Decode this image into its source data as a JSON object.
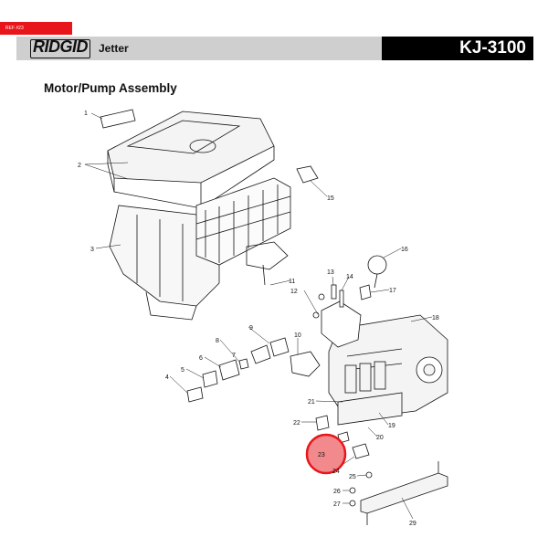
{
  "header": {
    "ref_tag": "REF #23",
    "brand": "RIDGID",
    "product": "Jetter",
    "model": "KJ-3100",
    "band_color": "#cfcfcf",
    "model_band_color": "#000000",
    "tag_color": "#e8161b"
  },
  "page": {
    "title": "Motor/Pump Assembly"
  },
  "diagram": {
    "highlight_color": "#e8161b",
    "highlighted_part": "23",
    "callouts": [
      "1",
      "2",
      "3",
      "4",
      "5",
      "6",
      "7",
      "8",
      "9",
      "10",
      "11",
      "12",
      "13",
      "14",
      "15",
      "16",
      "17",
      "18",
      "19",
      "20",
      "21",
      "22",
      "23",
      "24",
      "25",
      "26",
      "27",
      "29"
    ]
  }
}
